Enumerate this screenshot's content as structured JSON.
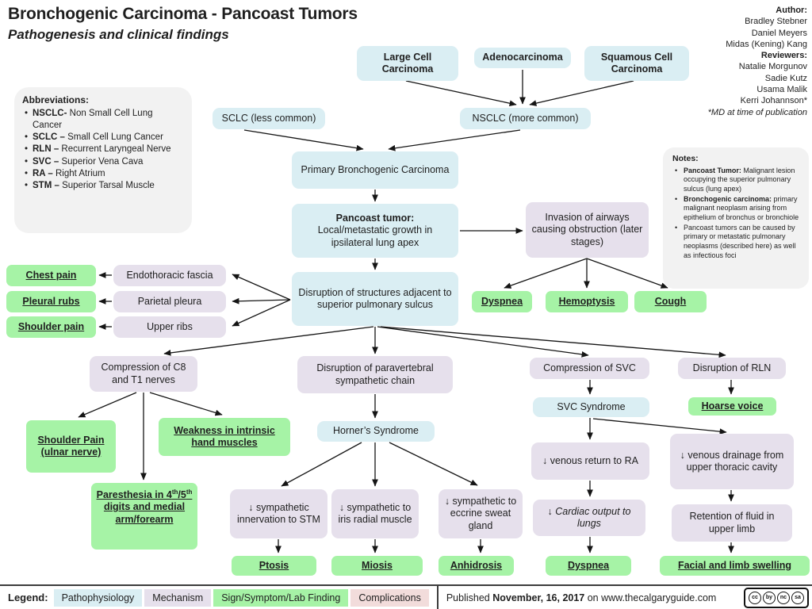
{
  "header": {
    "title": "Bronchogenic Carcinoma - Pancoast Tumors",
    "subtitle": "Pathogenesis and clinical findings"
  },
  "credits": {
    "author_label": "Author:",
    "authors": [
      "Bradley Stebner",
      "Daniel Meyers",
      "Midas (Kening) Kang"
    ],
    "reviewers_label": "Reviewers:",
    "reviewers": [
      "Natalie Morgunov",
      "Sadie Kutz",
      "Usama Malik",
      "Kerri Johannson*"
    ],
    "footnote": "*MD at time of publication"
  },
  "abbreviations": {
    "title": "Abbreviations:",
    "items": [
      {
        "abbr": "NSCLC-",
        "text": " Non Small Cell Lung Cancer"
      },
      {
        "abbr": "SCLC –",
        "text": " Small Cell Lung Cancer"
      },
      {
        "abbr": "RLN –",
        "text": " Recurrent Laryngeal Nerve"
      },
      {
        "abbr": "SVC –",
        "text": " Superior Vena Cava"
      },
      {
        "abbr": "RA –",
        "text": " Right Atrium"
      },
      {
        "abbr": "STM –",
        "text": " Superior Tarsal Muscle"
      }
    ]
  },
  "notes": {
    "title": "Notes:",
    "items": [
      {
        "bold": "Pancoast Tumor:",
        "text": " Malignant lesion occupying the superior pulmonary sulcus (lung apex)"
      },
      {
        "bold": "Bronchogenic carcinoma:",
        "text": " primary malignant neoplasm arising from epithelium of bronchus or bronchiole"
      },
      {
        "bold": "",
        "text": "Pancoast tumors can be caused by primary or metastatic pulmonary neoplasms (described here) as well as infectious foci"
      }
    ]
  },
  "nodes": {
    "large_cell": "Large Cell Carcinoma",
    "adenocarcinoma": "Adenocarcinoma",
    "squamous_cell": "Squamous Cell Carcinoma",
    "sclc": "SCLC (less common)",
    "nsclc": "NSCLC (more common)",
    "primary_bronchogenic": "Primary Bronchogenic Carcinoma",
    "pancoast_title": "Pancoast tumor:",
    "pancoast_body": "Local/metastatic growth in ipsilateral lung apex",
    "disruption_structures": "Disruption of structures adjacent to superior pulmonary sulcus",
    "invasion_airways": "Invasion of airways causing obstruction (later stages)",
    "endothoracic_fascia": "Endothoracic fascia",
    "parietal_pleura": "Parietal pleura",
    "upper_ribs": "Upper ribs",
    "chest_pain": "Chest pain",
    "pleural_rubs": "Pleural rubs",
    "shoulder_pain": "Shoulder pain",
    "dyspnea_airways": "Dyspnea",
    "hemoptysis": "Hemoptysis",
    "cough": "Cough",
    "compression_c8_t1": "Compression of C8 and T1 nerves",
    "paravertebral_chain": "Disruption of paravertebral sympathetic chain",
    "compression_svc": "Compression of SVC",
    "disruption_rln": "Disruption of RLN",
    "shoulder_pain_ulnar": "Shoulder Pain (ulnar nerve)",
    "weakness_hand": "Weakness in intrinsic hand muscles",
    "paresthesia_p1": "Paresthesia in 4",
    "paresthesia_sup1": "th",
    "paresthesia_p2": "/5",
    "paresthesia_sup2": "th",
    "paresthesia_p3": " digits and medial arm/forearm",
    "horners": "Horner’s Syndrome",
    "svc_syndrome": "SVC Syndrome",
    "hoarse_voice": "Hoarse voice",
    "symp_stm": "↓ sympathetic innervation to STM",
    "symp_iris": "↓ sympathetic to iris radial muscle",
    "symp_eccrine": "↓ sympathetic to eccrine sweat gland",
    "venous_return": "↓ venous return to RA",
    "venous_drainage": "↓ venous drainage from upper thoracic cavity",
    "cardiac_output": "↓ Cardiac output to lungs",
    "retention_fluid": "Retention of fluid in upper limb",
    "ptosis": "Ptosis",
    "miosis": "Miosis",
    "anhidrosis": "Anhidrosis",
    "dyspnea_cardiac": "Dyspnea",
    "facial_limb_swelling": "Facial and limb swelling"
  },
  "legend": {
    "label": "Legend:",
    "items": [
      {
        "label": "Pathophysiology",
        "color": "#daeef3"
      },
      {
        "label": "Mechanism",
        "color": "#e6e0ec"
      },
      {
        "label": "Sign/Symptom/Lab Finding",
        "color": "#a6f3a6"
      },
      {
        "label": "Complications",
        "color": "#f2dcdb"
      }
    ]
  },
  "footer": {
    "published_prefix": "Published ",
    "published_date": "November, 16, 2017",
    "published_suffix": " on www.thecalgaryguide.com",
    "license_name": "CC BY-NC-SA",
    "badges": [
      "cc",
      "by",
      "nc",
      "sa"
    ]
  },
  "colors": {
    "pathophysiology": "#daeef3",
    "mechanism": "#e6e0ec",
    "sign_symptom": "#a6f3a6",
    "complications": "#f2dcdb",
    "panel_gray": "#f2f2f2",
    "ink": "#1f1f1f"
  }
}
